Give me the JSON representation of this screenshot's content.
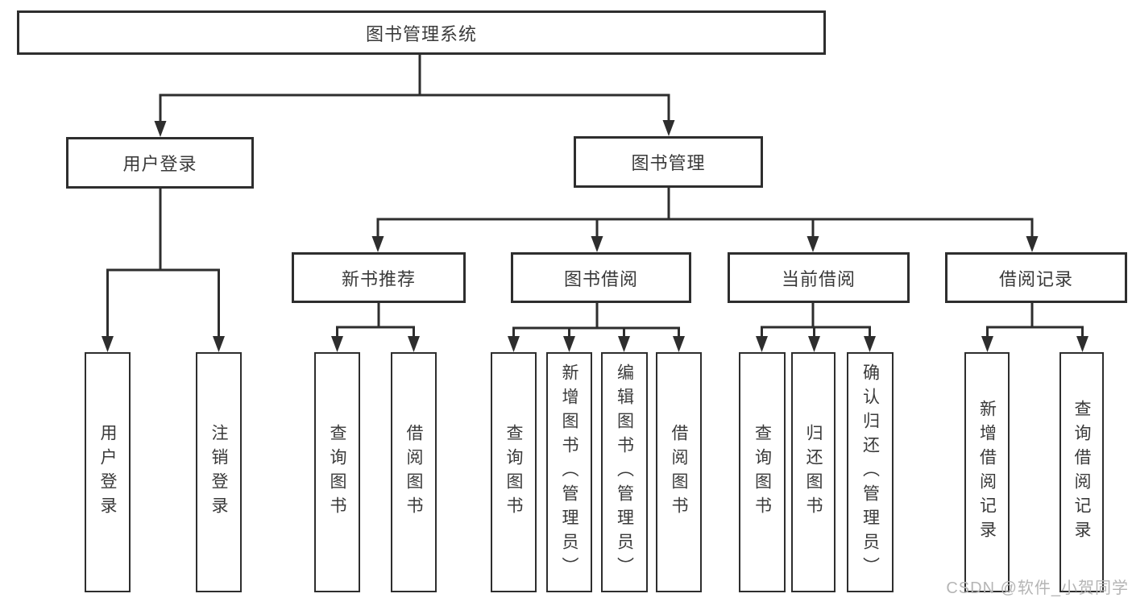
{
  "diagram": {
    "title": "图书管理系统",
    "type": "hierarchy-tree",
    "colors": {
      "line": "#2e2e2e",
      "box_border": "#2e2e2e",
      "text": "#3a3a3a",
      "background": "#ffffff",
      "watermark": "#b5b5b5"
    }
  },
  "tree": {
    "root": {
      "label": "图书管理系统"
    },
    "branches": [
      {
        "label": "用户登录",
        "children": [
          {
            "label": "用户登录"
          },
          {
            "label": "注销登录"
          }
        ]
      },
      {
        "label": "图书管理",
        "children": [
          {
            "label": "新书推荐",
            "children": [
              {
                "label": "查询图书"
              },
              {
                "label": "借阅图书"
              }
            ]
          },
          {
            "label": "图书借阅",
            "children": [
              {
                "label": "查询图书"
              },
              {
                "label": "新增图书（管理员）"
              },
              {
                "label": "编辑图书（管理员）"
              },
              {
                "label": "借阅图书"
              }
            ]
          },
          {
            "label": "当前借阅",
            "children": [
              {
                "label": "查询图书"
              },
              {
                "label": "归还图书"
              },
              {
                "label": "确认归还（管理员）"
              }
            ]
          },
          {
            "label": "借阅记录",
            "children": [
              {
                "label": "新增借阅记录"
              },
              {
                "label": "查询借阅记录"
              }
            ]
          }
        ]
      }
    ]
  },
  "watermark": {
    "text": "CSDN @软件_小贺同学"
  }
}
